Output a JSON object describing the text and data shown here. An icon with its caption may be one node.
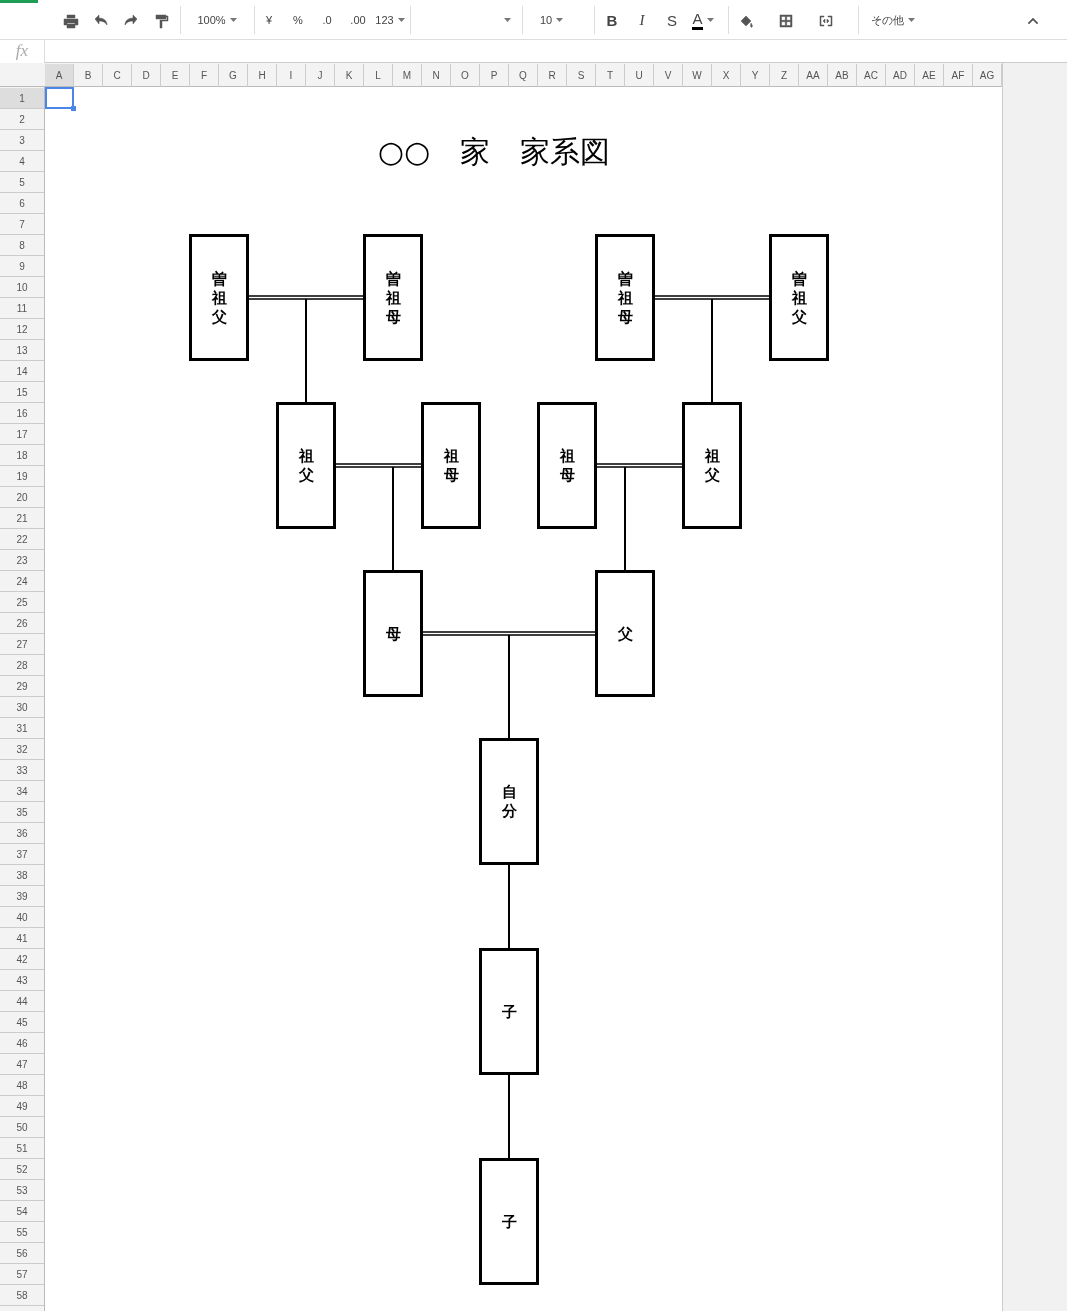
{
  "diagram": {
    "title": "○○　家　家系図",
    "nodes": [
      {
        "text": [
          "曽祖父"
        ]
      },
      {
        "text": [
          "曽祖母"
        ]
      },
      {
        "text": [
          "曽祖母"
        ]
      },
      {
        "text": [
          "曽祖父"
        ]
      },
      {
        "text": [
          "祖父"
        ]
      },
      {
        "text": [
          "祖母"
        ]
      },
      {
        "text": [
          "祖母"
        ]
      },
      {
        "text": [
          "祖父"
        ]
      },
      {
        "text": [
          "母"
        ]
      },
      {
        "text": [
          "父"
        ]
      },
      {
        "text": [
          "自分"
        ]
      },
      {
        "text": [
          "子"
        ]
      },
      {
        "text": [
          "子"
        ]
      }
    ],
    "edges": [
      {
        "from": 0,
        "to": 1,
        "arrow": "none"
      },
      {
        "from": 0,
        "to": 4,
        "arrow": "none"
      },
      {
        "from": 1,
        "to": 4,
        "arrow": "none"
      },
      {
        "from": 2,
        "to": 3,
        "arrow": "none"
      },
      {
        "from": 2,
        "to": 7,
        "arrow": "none"
      },
      {
        "from": 3,
        "to": 7,
        "arrow": "none"
      },
      {
        "from": 4,
        "to": 5,
        "arrow": "none"
      },
      {
        "from": 4,
        "to": 8,
        "arrow": "none"
      },
      {
        "from": 5,
        "to": 8,
        "arrow": "none"
      },
      {
        "from": 6,
        "to": 7,
        "arrow": "none"
      },
      {
        "from": 6,
        "to": 9,
        "arrow": "none"
      },
      {
        "from": 7,
        "to": 9,
        "arrow": "none"
      },
      {
        "from": 8,
        "to": 9,
        "arrow": "none"
      },
      {
        "from": 8,
        "to": 10,
        "arrow": "none"
      },
      {
        "from": 9,
        "to": 10,
        "arrow": "none"
      },
      {
        "from": 10,
        "to": 11,
        "arrow": "none"
      },
      {
        "from": 11,
        "to": 12,
        "arrow": "none"
      }
    ],
    "labels": [
      "100%",
      "¥",
      "%",
      ".0",
      ".00",
      "123",
      "10",
      "B",
      "I",
      "S",
      "A",
      "その他",
      "fx",
      "A",
      "B",
      "C",
      "D",
      "E",
      "F",
      "G",
      "H",
      "I",
      "J",
      "K",
      "L",
      "M",
      "N",
      "O",
      "P",
      "Q",
      "R",
      "S",
      "T",
      "U",
      "V",
      "W",
      "X",
      "Y",
      "Z",
      "AA",
      "AB",
      "AC",
      "AD",
      "AE",
      "AF",
      "AG",
      "1",
      "2",
      "3",
      "4",
      "5",
      "6",
      "7",
      "8",
      "9",
      "10",
      "11",
      "12",
      "13",
      "14",
      "15",
      "16",
      "17",
      "18",
      "19",
      "20",
      "21",
      "22",
      "23",
      "24",
      "25",
      "26",
      "27",
      "28",
      "29",
      "30",
      "31",
      "32",
      "33",
      "34",
      "35",
      "36",
      "37",
      "38",
      "39",
      "40",
      "41",
      "42",
      "43",
      "44",
      "45",
      "46",
      "47",
      "48",
      "49",
      "50",
      "51",
      "52",
      "53",
      "54",
      "55",
      "56",
      "57",
      "58"
    ]
  }
}
